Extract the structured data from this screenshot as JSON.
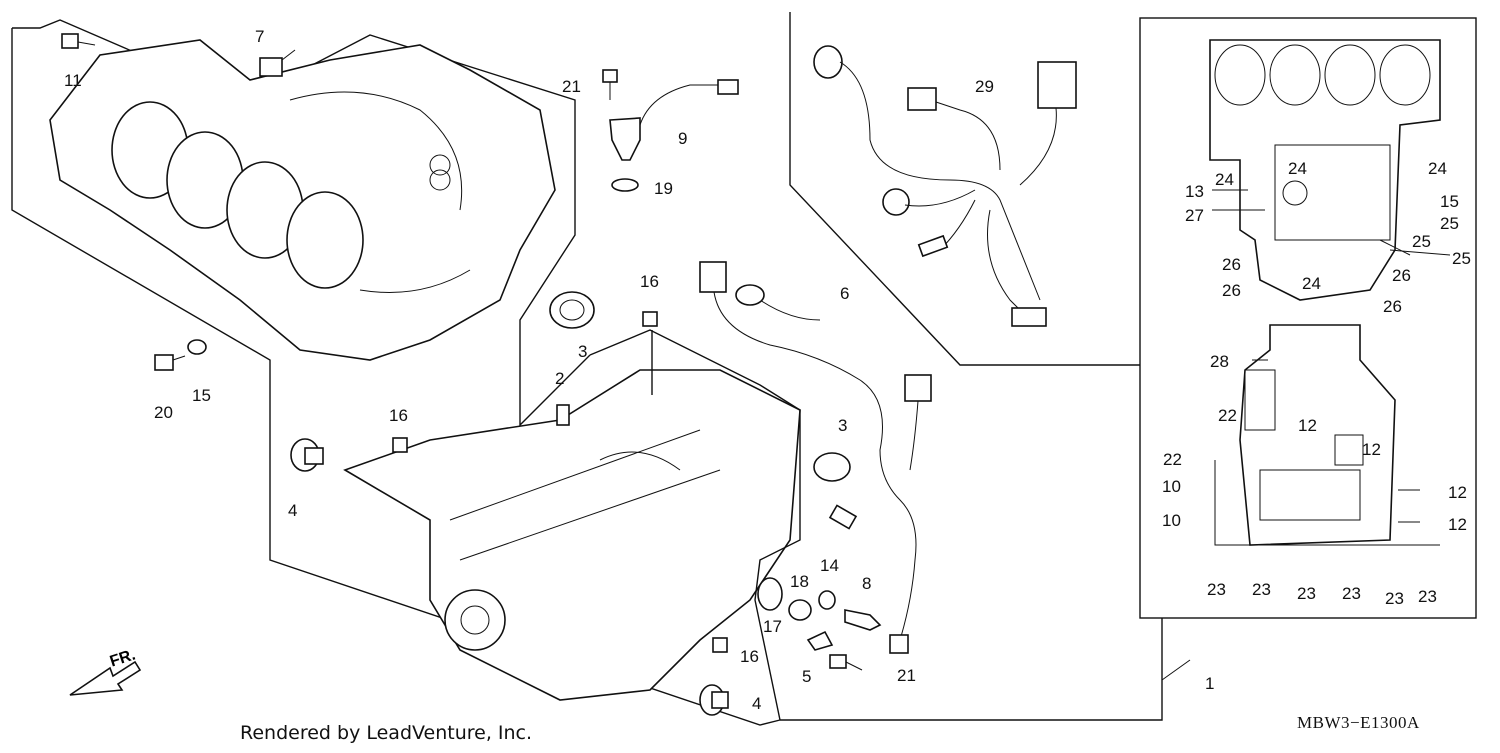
{
  "footer": "Rendered by LeadVenture, Inc.",
  "diagram_code": "MBW3−E1300A",
  "direction_label": "FR.",
  "callouts": {
    "c11": "11",
    "c7": "7",
    "c21a": "21",
    "c9": "9",
    "c19": "19",
    "c29": "29",
    "c16a": "16",
    "c3a": "3",
    "c2": "2",
    "c6": "6",
    "c20": "20",
    "c15a": "15",
    "c16b": "16",
    "c4a": "4",
    "c3b": "3",
    "c8": "8",
    "c14": "14",
    "c18": "18",
    "c17": "17",
    "c5": "5",
    "c21b": "21",
    "c16c": "16",
    "c4b": "4",
    "c1": "1",
    "r24a": "24",
    "r24b": "24",
    "r24c": "24",
    "r13": "13",
    "r27": "27",
    "r15": "15",
    "r25a": "25",
    "r25b": "25",
    "r25c": "25",
    "r26a": "26",
    "r26b": "26",
    "r26c": "26",
    "r26d": "26",
    "r24d": "24",
    "r28": "28",
    "r22a": "22",
    "r22b": "22",
    "r12a": "12",
    "r12b": "12",
    "r12c": "12",
    "r12d": "12",
    "r10a": "10",
    "r10b": "10",
    "r23a": "23",
    "r23b": "23",
    "r23c": "23",
    "r23d": "23",
    "r23e": "23",
    "r23f": "23"
  }
}
